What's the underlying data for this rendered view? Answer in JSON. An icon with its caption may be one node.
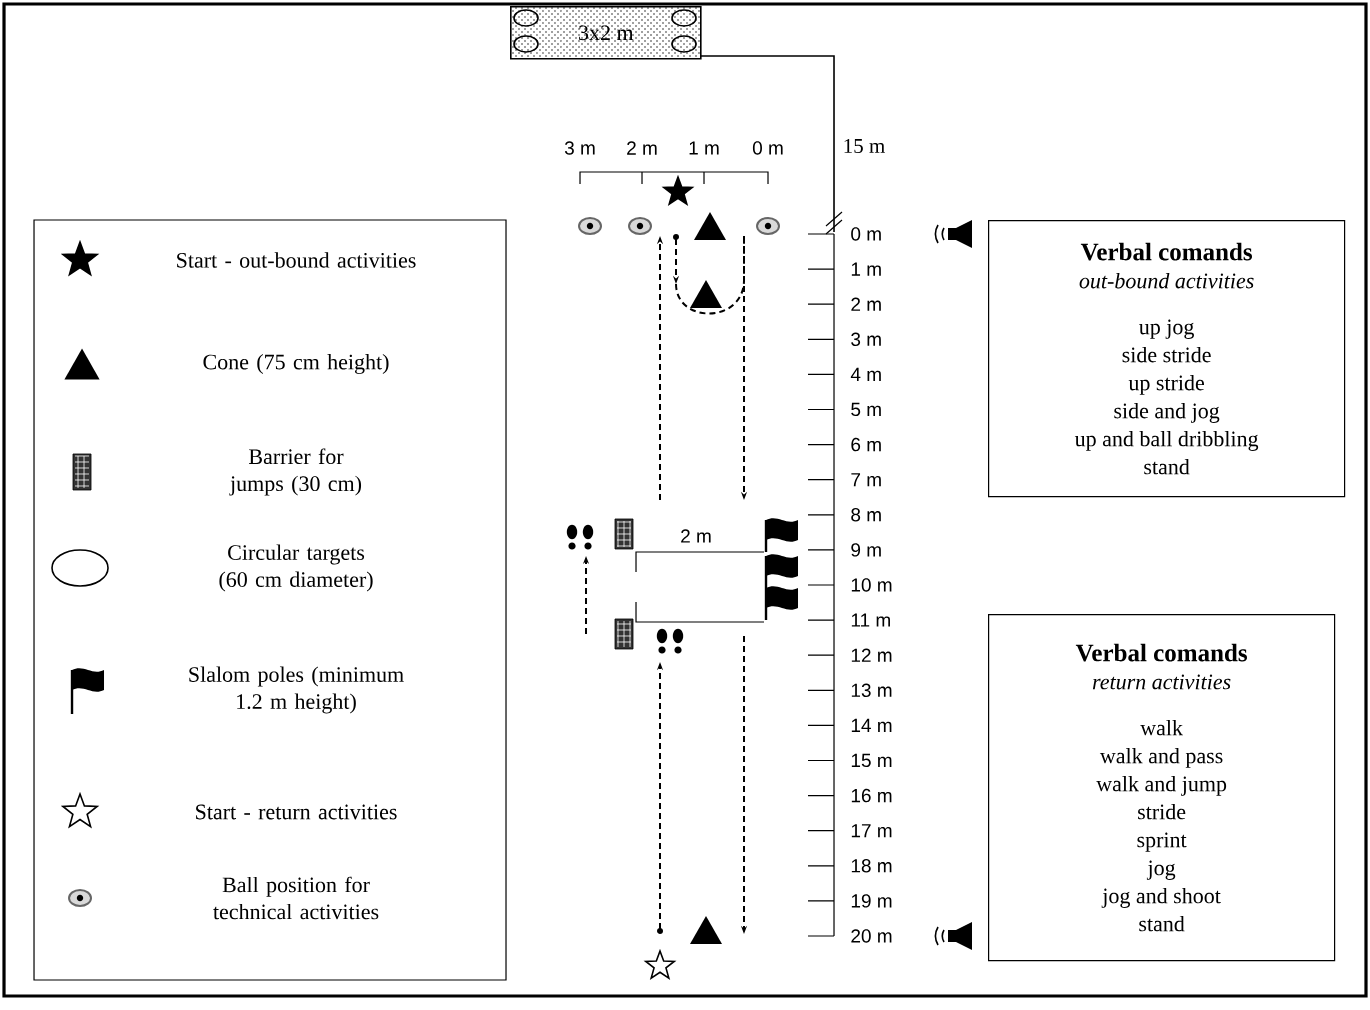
{
  "diagram": {
    "nodes": [
      {
        "text": [
          "3x2 m"
        ]
      },
      {
        "text": [
          "Verbal comands",
          "out-bound activities",
          "up jog",
          "side stride",
          "up stride",
          "side and jog",
          "up and ball dribbling",
          "stand"
        ]
      },
      {
        "text": [
          "Verbal comands",
          "return activities",
          "walk",
          "walk and pass",
          "walk and jump",
          "stride",
          "sprint",
          "jog",
          "jog and shoot",
          "stand"
        ]
      }
    ],
    "labels": [
      "3 m",
      "2 m",
      "1 m",
      "0 m",
      "15 m",
      "0 m",
      "1 m",
      "2 m",
      "3 m",
      "4 m",
      "5 m",
      "6 m",
      "7 m",
      "8 m",
      "9 m",
      "10 m",
      "11 m",
      "12 m",
      "13 m",
      "14 m",
      "15 m",
      "16 m",
      "17 m",
      "18 m",
      "19 m",
      "20 m",
      "2 m"
    ],
    "legend": [
      {
        "text": "Start - out-bound activities"
      },
      {
        "text": "Cone (75 cm height)"
      },
      {
        "text": "Barrier for jumps (30 cm)"
      },
      {
        "text": "Circular targets (60 cm diameter)"
      },
      {
        "text": "Slalom poles (minimum 1.2 m height)"
      },
      {
        "text": "Start - return activities"
      },
      {
        "text": "Ball position for technical activities"
      }
    ]
  }
}
